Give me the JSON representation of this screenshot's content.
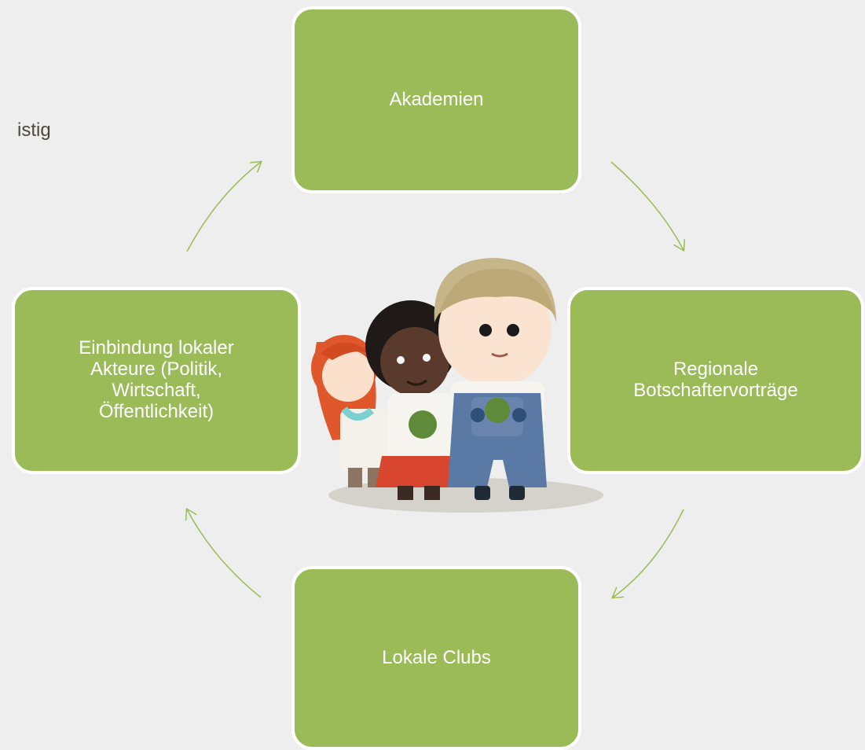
{
  "side_text": "istig",
  "nodes": {
    "top": "Akademien",
    "right": "Regionale\nBotschaftervorträge",
    "bottom": "Lokale Clubs",
    "left": "Einbindung lokaler\nAkteure (Politik,\nWirtschaft,\nÖffentlichkeit)"
  },
  "colors": {
    "node_fill": "#9bbb59",
    "node_border": "#ffffff",
    "arrow": "#9bbb59",
    "background": "#eeeeee"
  },
  "illustration": "plant-for-the-planet-children"
}
